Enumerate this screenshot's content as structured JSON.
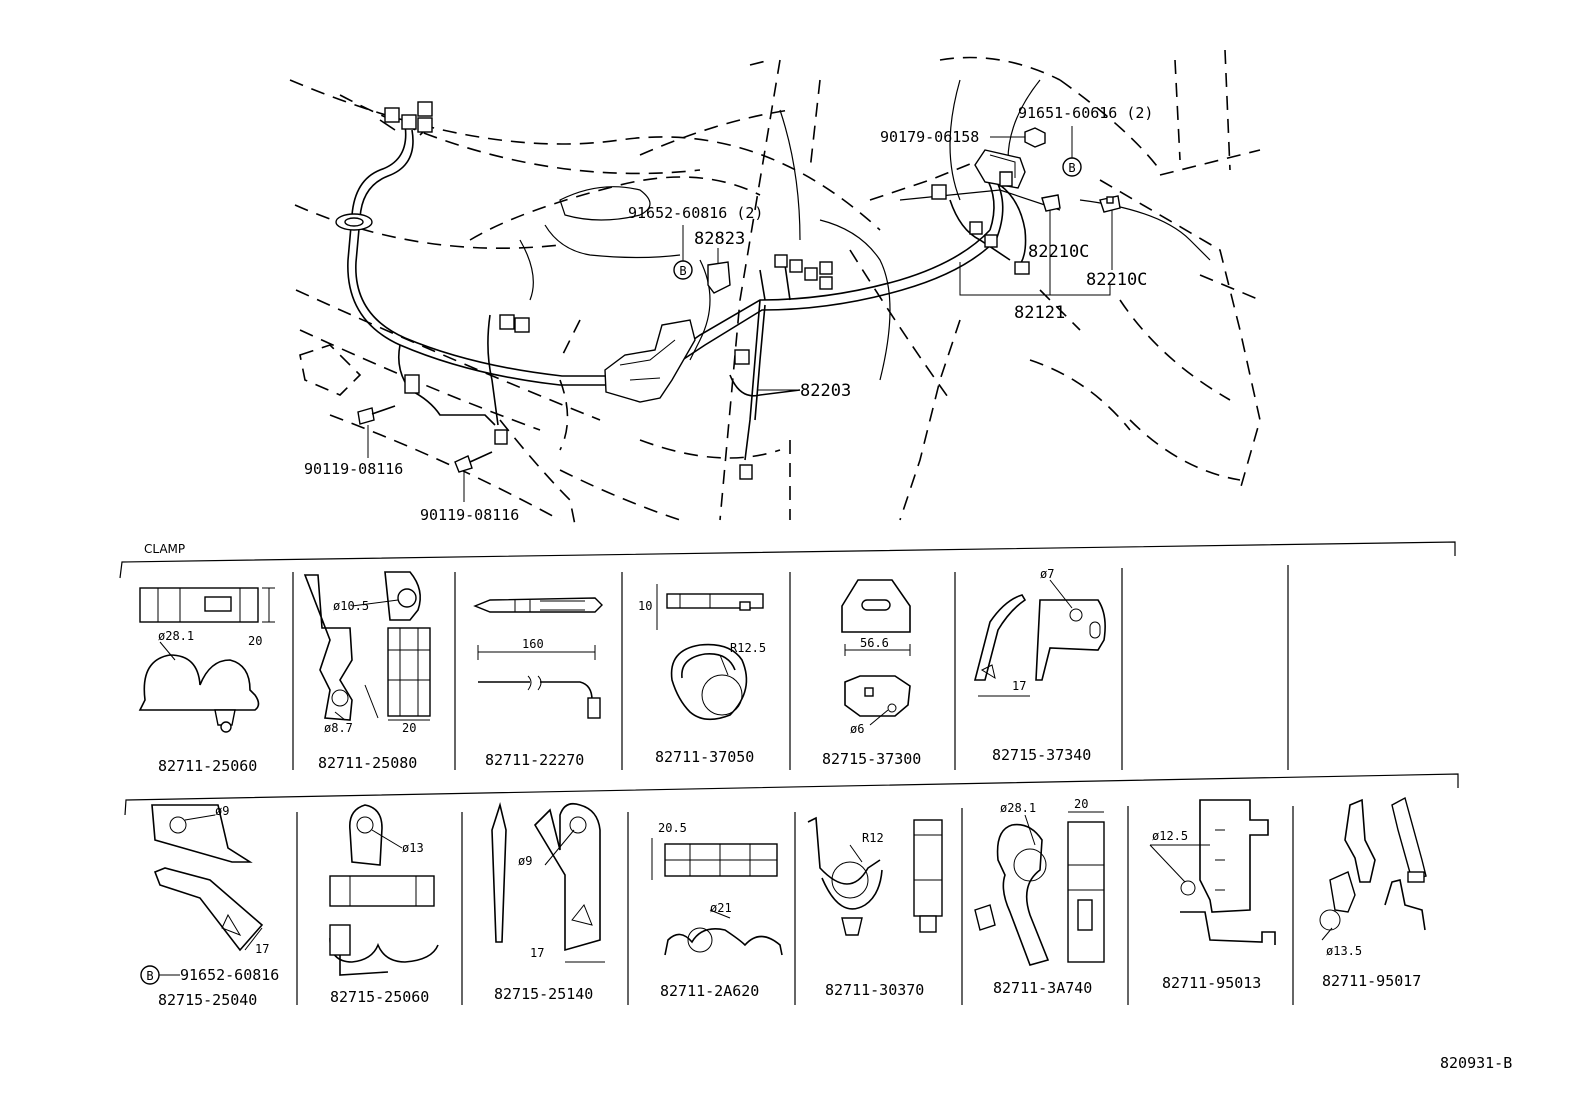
{
  "drawing_number": "820931-B",
  "section_label": "CLAMP",
  "callouts": {
    "p91651": "91651-60616 (2)",
    "p90179": "90179-06158",
    "p91652_top": "91652-60816 (2)",
    "p82823": "82823",
    "p82210c_a": "82210C",
    "p82210c_b": "82210C",
    "p82121": "82121",
    "p82203": "82203",
    "p90119_a": "90119-08116",
    "p90119_b": "90119-08116",
    "b_marker": "B"
  },
  "clamps_row1": [
    {
      "part": "82711-25060",
      "dims": [
        "ø28.1",
        "20"
      ]
    },
    {
      "part": "82711-25080",
      "dims": [
        "ø10.5",
        "ø8.7",
        "20"
      ]
    },
    {
      "part": "82711-22270",
      "dims": [
        "160"
      ]
    },
    {
      "part": "82711-37050",
      "dims": [
        "10",
        "R12.5"
      ]
    },
    {
      "part": "82715-37300",
      "dims": [
        "56.6",
        "ø6"
      ]
    },
    {
      "part": "82715-37340",
      "dims": [
        "ø7",
        "17"
      ]
    }
  ],
  "clamps_row2": [
    {
      "part": "82715-25040",
      "note": "91652-60816",
      "dims": [
        "ø9",
        "17"
      ]
    },
    {
      "part": "82715-25060",
      "dims": [
        "ø13"
      ]
    },
    {
      "part": "82715-25140",
      "dims": [
        "ø9",
        "17"
      ]
    },
    {
      "part": "82711-2A620",
      "dims": [
        "20.5",
        "ø21"
      ]
    },
    {
      "part": "82711-30370",
      "dims": [
        "R12"
      ]
    },
    {
      "part": "82711-3A740",
      "dims": [
        "ø28.1",
        "20"
      ]
    },
    {
      "part": "82711-95013",
      "dims": [
        "ø12.5"
      ]
    },
    {
      "part": "82711-95017",
      "dims": [
        "ø13.5"
      ]
    }
  ]
}
